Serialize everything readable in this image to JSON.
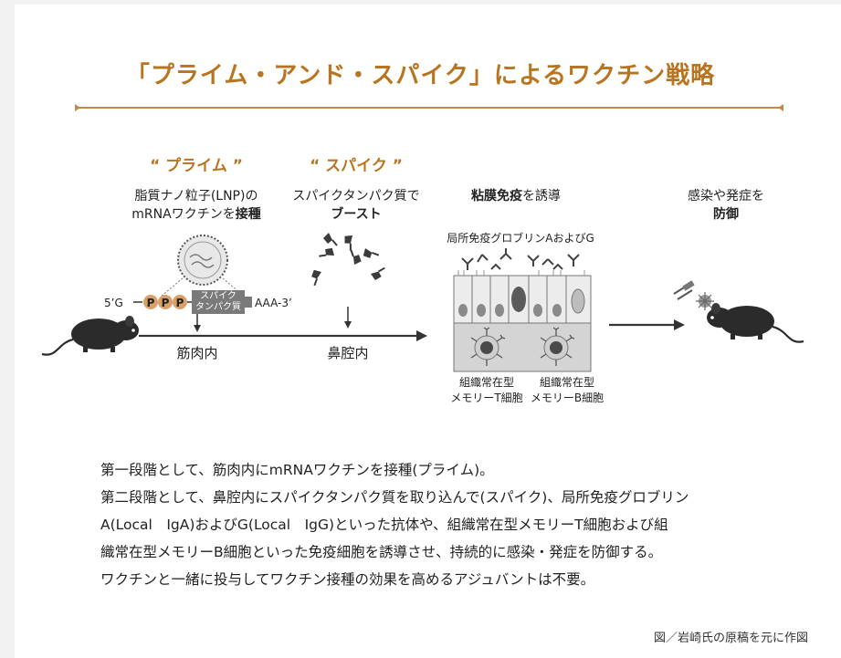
{
  "title": "「プライム・アンド・スパイク」によるワクチン戦略",
  "prime": {
    "heading": "“ プライム ”",
    "desc_line1": "脂質ナノ粒子(LNP)の",
    "desc_line2_pre": "mRNAワクチンを",
    "desc_line2_bold": "接種",
    "route": "筋肉内"
  },
  "spike": {
    "heading": "“ スパイク ”",
    "desc_line1": "スパイクタンパク質で",
    "desc_line2_bold": "ブースト",
    "route": "鼻腔内"
  },
  "mrna": {
    "five_prime": "5’G",
    "p_letters": [
      "P",
      "P",
      "P"
    ],
    "gene_line1": "スパイク",
    "gene_line2": "タンパク質",
    "three_prime": "AAA-3’"
  },
  "mucosal": {
    "heading_bold": "粘膜免疫",
    "heading_rest": "を誘導",
    "iga_label": "局所免疫グロブリンAおよびG",
    "t_cell_line1": "組織常在型",
    "t_cell_line2": "メモリーT細胞",
    "b_cell_line1": "組織常在型",
    "b_cell_line2": "メモリーB細胞"
  },
  "outcome": {
    "line1": "感染や発症を",
    "line2_bold": "防御"
  },
  "description": [
    "第一段階として、筋肉内にmRNAワクチンを接種(プライム)。",
    "第二段階として、鼻腔内にスパイクタンパク質を取り込んで(スパイク)、局所免疫グロブリン",
    "A(Local　IgA)およびG(Local　IgG)といった抗体や、組織常在型メモリーT細胞および組",
    "織常在型メモリーB細胞といった免疫細胞を誘導させ、持続的に感染・発症を防御する。",
    "ワクチンと一緒に投与してワクチン接種の効果を高めるアジュバントは不要。"
  ],
  "credit": "図／岩崎氏の原稿を元に作図",
  "colors": {
    "accent": "#b8741f",
    "rule": "#c4884a",
    "p_circle": "#d9a06a",
    "gene_box": "#7a7a7a",
    "mouse": "#2b2b2b"
  }
}
